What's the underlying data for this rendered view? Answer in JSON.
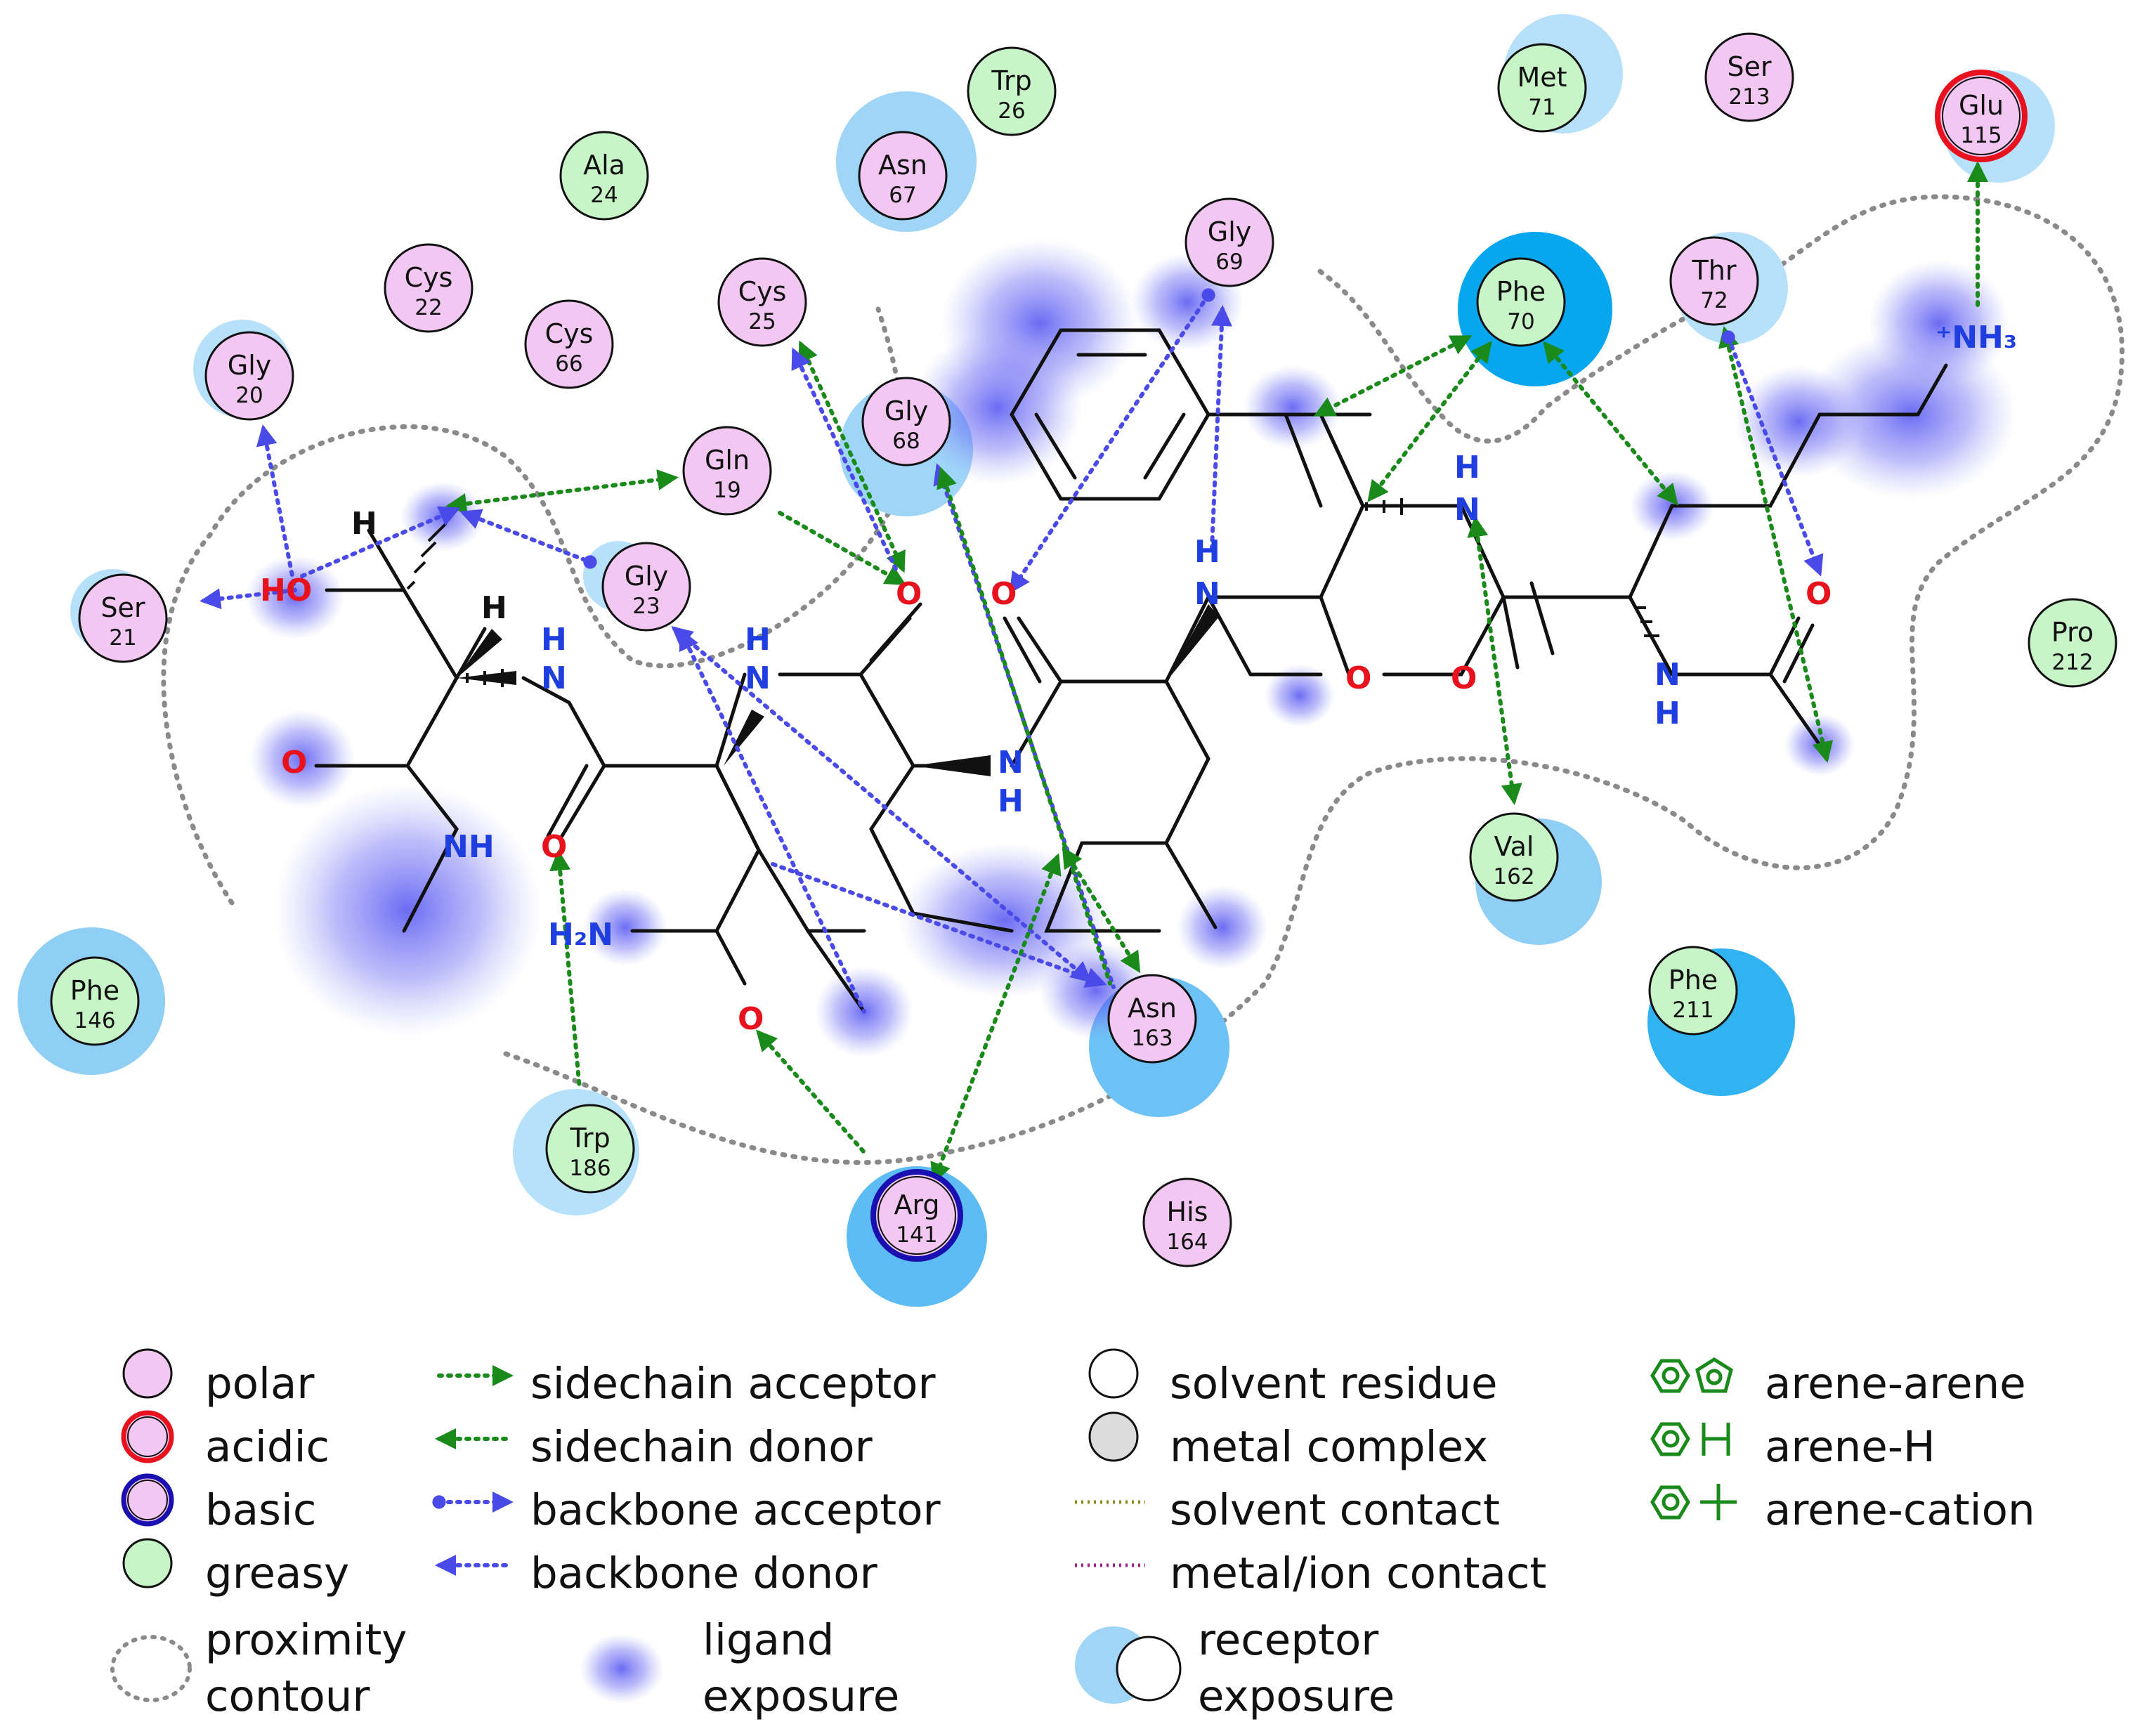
{
  "residues": [
    {
      "name": "Trp",
      "num": "26",
      "type": "greasy"
    },
    {
      "name": "Met",
      "num": "71",
      "type": "greasy"
    },
    {
      "name": "Ser",
      "num": "213",
      "type": "polar"
    },
    {
      "name": "Glu",
      "num": "115",
      "type": "acidic"
    },
    {
      "name": "Asn",
      "num": "67",
      "type": "polar"
    },
    {
      "name": "Ala",
      "num": "24",
      "type": "greasy"
    },
    {
      "name": "Gly",
      "num": "69",
      "type": "polar"
    },
    {
      "name": "Phe",
      "num": "70",
      "type": "greasy"
    },
    {
      "name": "Thr",
      "num": "72",
      "type": "polar"
    },
    {
      "name": "Cys",
      "num": "22",
      "type": "polar"
    },
    {
      "name": "Cys",
      "num": "25",
      "type": "polar"
    },
    {
      "name": "Cys",
      "num": "66",
      "type": "polar"
    },
    {
      "name": "Gly",
      "num": "20",
      "type": "polar"
    },
    {
      "name": "Gly",
      "num": "68",
      "type": "polar"
    },
    {
      "name": "Gln",
      "num": "19",
      "type": "polar"
    },
    {
      "name": "Gly",
      "num": "23",
      "type": "polar"
    },
    {
      "name": "Ser",
      "num": "21",
      "type": "polar"
    },
    {
      "name": "Pro",
      "num": "212",
      "type": "greasy"
    },
    {
      "name": "Val",
      "num": "162",
      "type": "greasy"
    },
    {
      "name": "Phe",
      "num": "146",
      "type": "greasy"
    },
    {
      "name": "Phe",
      "num": "211",
      "type": "greasy"
    },
    {
      "name": "Asn",
      "num": "163",
      "type": "polar"
    },
    {
      "name": "Trp",
      "num": "186",
      "type": "greasy"
    },
    {
      "name": "Arg",
      "num": "141",
      "type": "basic"
    },
    {
      "name": "His",
      "num": "164",
      "type": "polar"
    }
  ],
  "atoms": {
    "ho": "HO",
    "h1": "H",
    "h2": "H",
    "o_left": "O",
    "nh_bottom": "NH",
    "nh_mid_n": "N",
    "nh_mid_h": "H",
    "o_mid": "O",
    "h2n": "H₂N",
    "o_low": "O",
    "nh2_n": "N",
    "nh2_h": "H",
    "o_top1": "O",
    "nh3_n": "N",
    "nh3_h": "H",
    "o_top2": "O",
    "nh4_n": "N",
    "nh4_h": "H",
    "o_mid2": "O",
    "nh5_n": "N",
    "nh5_h": "H",
    "o_right1": "O",
    "o_right2": "O",
    "nh6_n": "N",
    "nh6_h": "H",
    "nh3plus": "⁺NH₃"
  },
  "legend": {
    "col1": [
      "polar",
      "acidic",
      "basic",
      "greasy"
    ],
    "col1_contour": [
      "proximity",
      "contour"
    ],
    "col2": [
      "sidechain acceptor",
      "sidechain donor",
      "backbone acceptor",
      "backbone donor"
    ],
    "col2_exposure": [
      "ligand",
      "exposure"
    ],
    "col3": [
      "solvent residue",
      "metal complex",
      "solvent contact",
      "metal/ion contact"
    ],
    "col3_exposure": [
      "receptor",
      "exposure"
    ],
    "col4": [
      "arene-arene",
      "arene-H",
      "arene-cation"
    ]
  },
  "colors": {
    "polar": "#f2c8f2",
    "acidic_ring": "#e8121e",
    "basic_ring": "#1a0fb0",
    "greasy": "#c8f5c8",
    "sidechain": "#1a8a1a",
    "backbone": "#4a4ae8",
    "receptor_exposure": "#2aa8f0",
    "ligand_exposure": "#5050f0"
  }
}
